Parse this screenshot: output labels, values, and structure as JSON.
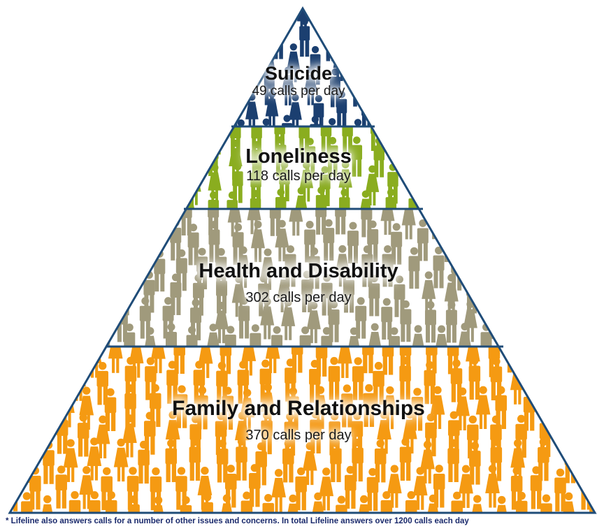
{
  "colors": {
    "outline": "#1f4c78",
    "suicide": "#1b3f70",
    "loneliness": "#8aad1f",
    "health": "#a09a7c",
    "family": "#f59a12"
  },
  "tiers": {
    "suicide": {
      "title": "Suicide",
      "subtitle": "49 calls per day",
      "icon": "person-icon"
    },
    "loneliness": {
      "title": "Loneliness",
      "subtitle": "118 calls per day",
      "icon": "person-icon"
    },
    "health": {
      "title": "Health and Disability",
      "subtitle": "302 calls per day",
      "icon": "person-icon"
    },
    "family": {
      "title": "Family and Relationships",
      "subtitle": "370 calls per day",
      "icon": "person-icon"
    }
  },
  "footnote": "* Lifeline also answers calls for a number of other issues and concerns. In total Lifeline answers over 1200 calls each day"
}
